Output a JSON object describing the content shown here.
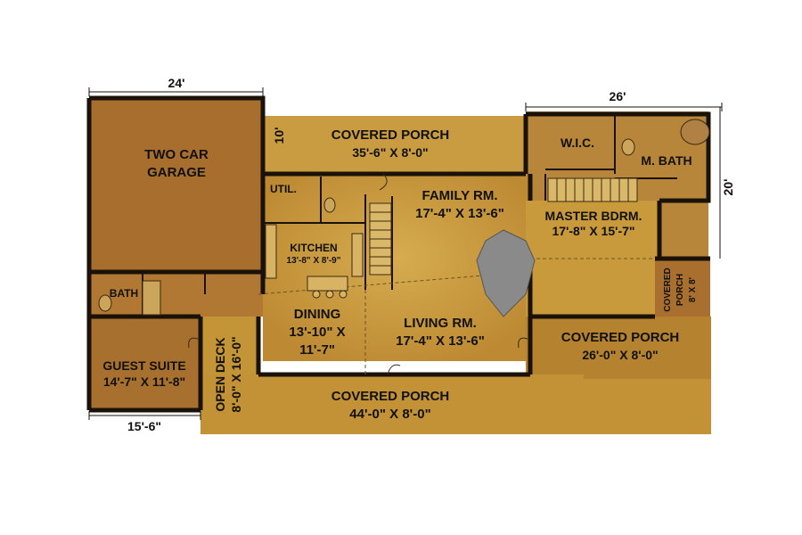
{
  "dimensions": {
    "top_left_width": "24'",
    "top_right_width": "26'",
    "right_height": "20'",
    "bottom_left_width": "15'-6\"",
    "porch_depth": "10'"
  },
  "rooms": {
    "garage": {
      "line1": "TWO CAR",
      "line2": "GARAGE"
    },
    "covered_porch_top": {
      "name": "COVERED PORCH",
      "size": "35'-6\" X 8'-0\""
    },
    "wic": {
      "name": "W.I.C."
    },
    "master_bath": {
      "name": "M. BATH"
    },
    "util": {
      "name": "UTIL."
    },
    "family": {
      "name": "FAMILY RM.",
      "size": "17'-4\" X 13'-6\""
    },
    "master_bedroom": {
      "name": "MASTER BDRM.",
      "size": "17'-8\" X 15'-7\""
    },
    "kitchen": {
      "name": "KITCHEN",
      "size": "13'-8\" X 8'-9\""
    },
    "bath": {
      "name": "BATH"
    },
    "dining": {
      "name": "DINING",
      "size1": "13'-10\" X",
      "size2": "11'-7\""
    },
    "living": {
      "name": "LIVING RM.",
      "size": "17'-4\" X 13'-6\""
    },
    "covered_porch_small": {
      "line1": "COVERED",
      "line2": "PORCH",
      "line3": "8' X 8'"
    },
    "covered_porch_right": {
      "name": "COVERED PORCH",
      "size": "26'-0\" X 8'-0\""
    },
    "guest_suite": {
      "name": "GUEST SUITE",
      "size": "14'-7\" X 11'-8\""
    },
    "open_deck": {
      "name": "OPEN DECK",
      "size": "8'-0\" X 16'-0\""
    },
    "covered_porch_bottom": {
      "name": "COVERED PORCH",
      "size": "44'-0\" X 8'-0\""
    }
  },
  "colors": {
    "interior": "#c99a3c",
    "garage": "#a86e2e",
    "porch": "#b88535",
    "wall": "#1a1208",
    "fireplace": "#8a8a8a"
  }
}
